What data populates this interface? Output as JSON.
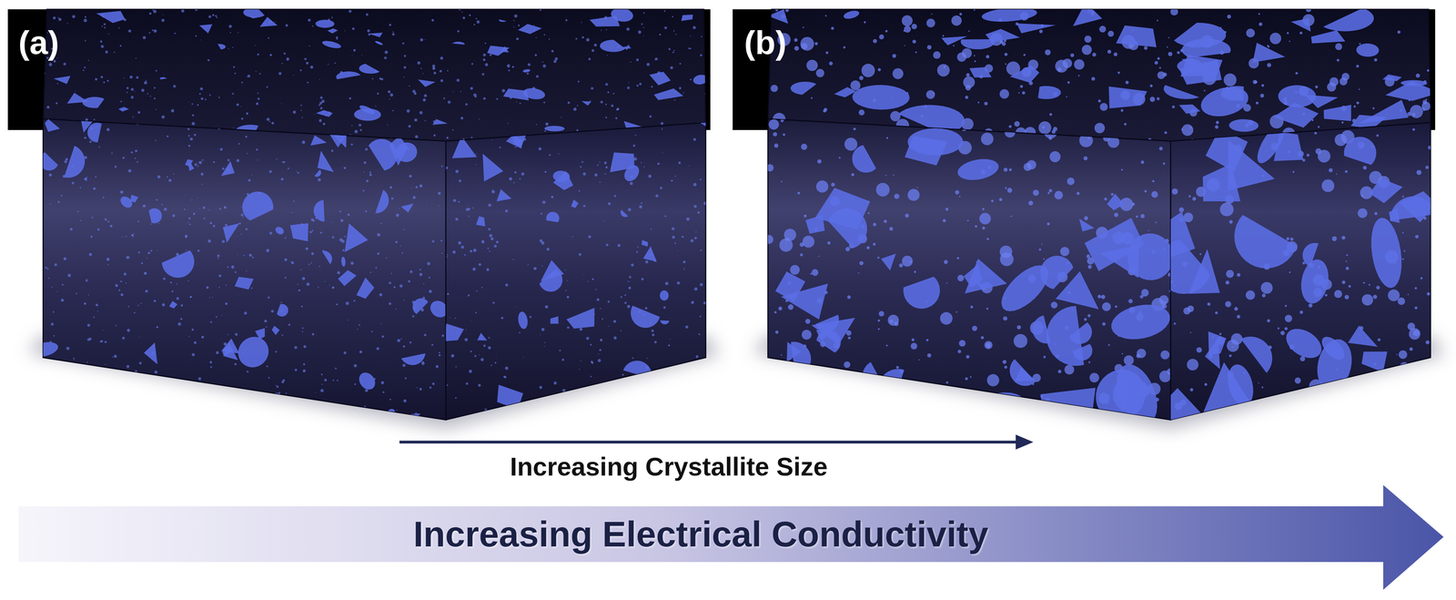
{
  "diagram": {
    "nodes": [
      {
        "text": [
          "Increasing Electrical Conductivity"
        ]
      }
    ],
    "labels": [
      "(a)",
      "(b)",
      "Increasing Crystallite Size"
    ]
  }
}
